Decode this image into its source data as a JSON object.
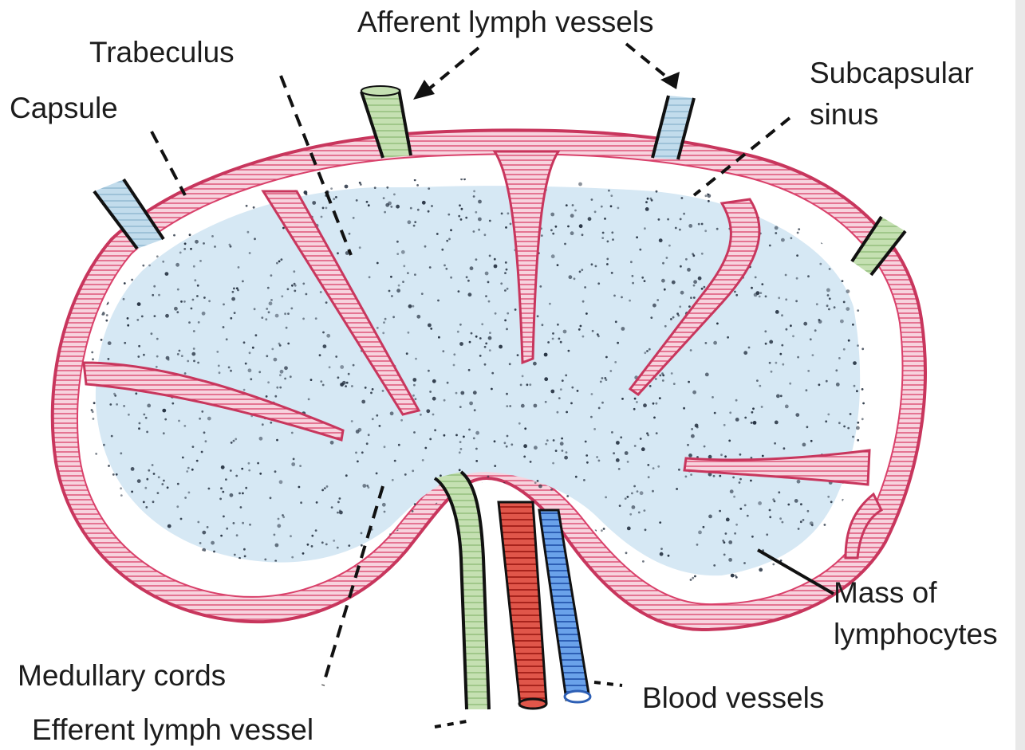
{
  "labels": {
    "afferent": "Afferent lymph vessels",
    "trabeculus": "Trabeculus",
    "capsule": "Capsule",
    "subcapsular_line1": "Subcapsular",
    "subcapsular_line2": "sinus",
    "mass_line1": "Mass of",
    "mass_line2": "lymphocytes",
    "medullary": "Medullary cords",
    "blood": "Blood vessels",
    "efferent": "Efferent lymph vessel"
  },
  "colors": {
    "capsule": "#d9406a",
    "capsule_light": "#f4c6d3",
    "cortex": "#d3e6f3",
    "dots": "#1e2a3a",
    "afferent_green": "#bcd9a8",
    "afferent_blue": "#b7d4e6",
    "artery": "#d9473c",
    "vein": "#4f8fe0",
    "ink": "#111111"
  }
}
